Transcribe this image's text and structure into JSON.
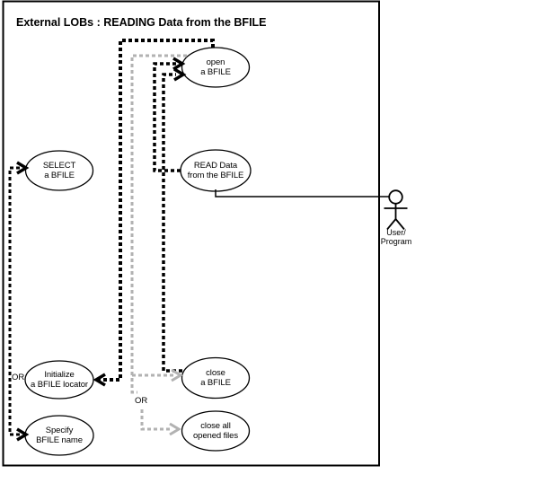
{
  "diagram": {
    "title": "External LOBs : READING Data from the BFILE",
    "nodes": {
      "open_bfile": {
        "line1": "open",
        "line2": "a BFILE"
      },
      "read_data": {
        "line1": "READ Data",
        "line2": "from the BFILE"
      },
      "select_bfile": {
        "line1": "SELECT",
        "line2": "a BFILE"
      },
      "initialize_locator": {
        "line1": "Initialize",
        "line2": "a BFILE locator"
      },
      "specify_name": {
        "line1": "Specify",
        "line2": "BFILE name"
      },
      "close_bfile": {
        "line1": "close",
        "line2": "a BFILE"
      },
      "close_all": {
        "line1": "close all",
        "line2": "opened files"
      }
    },
    "connector_labels": {
      "or_left": "OR",
      "or_right": "OR"
    },
    "actor": {
      "name_line1": "User/",
      "name_line2": "Program"
    },
    "colors": {
      "line_black": "#000000",
      "line_gray": "#b2b2b2",
      "background": "#ffffff"
    }
  }
}
